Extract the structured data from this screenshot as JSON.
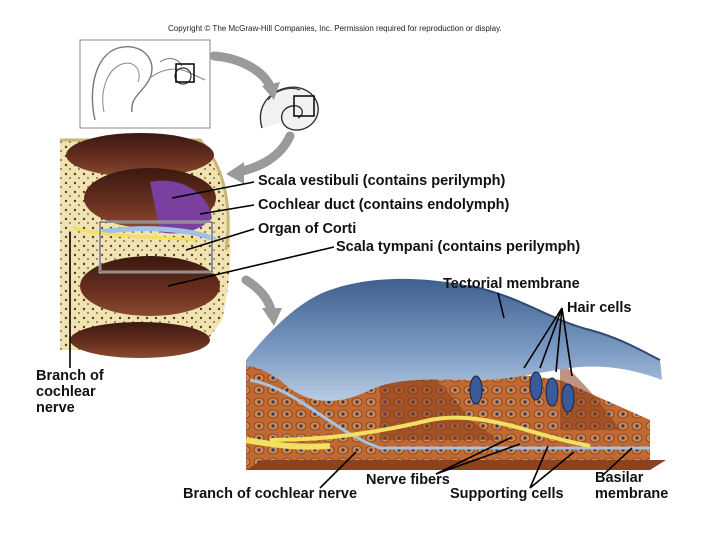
{
  "copyright": "Copyright © The McGraw-Hill Companies, Inc. Permission required for reproduction or display.",
  "labels": {
    "scala_vestibuli": "Scala vestibuli (contains perilymph)",
    "cochlear_duct": "Cochlear duct (contains endolymph)",
    "organ_of_corti": "Organ of Corti",
    "scala_tympani": "Scala tympani (contains perilymph)",
    "tectorial_membrane": "Tectorial membrane",
    "hair_cells": "Hair cells",
    "branch_cochlear_nerve_left": [
      "Branch of",
      "cochlear",
      "nerve"
    ],
    "nerve_fibers": "Nerve fibers",
    "branch_cochlear_nerve_bottom": "Branch of cochlear nerve",
    "supporting_cells": "Supporting cells",
    "basilar_membrane": [
      "Basilar",
      "membrane"
    ]
  },
  "colors": {
    "bone": "#f2e4b4",
    "scala_chamber": "#5a2a1e",
    "cochlear_duct": "#7b3fa0",
    "tectorial": "#6f8fb8",
    "tissue": "#b8622e",
    "nerve": "#f2e060",
    "arrow": "#9a9a9a"
  }
}
